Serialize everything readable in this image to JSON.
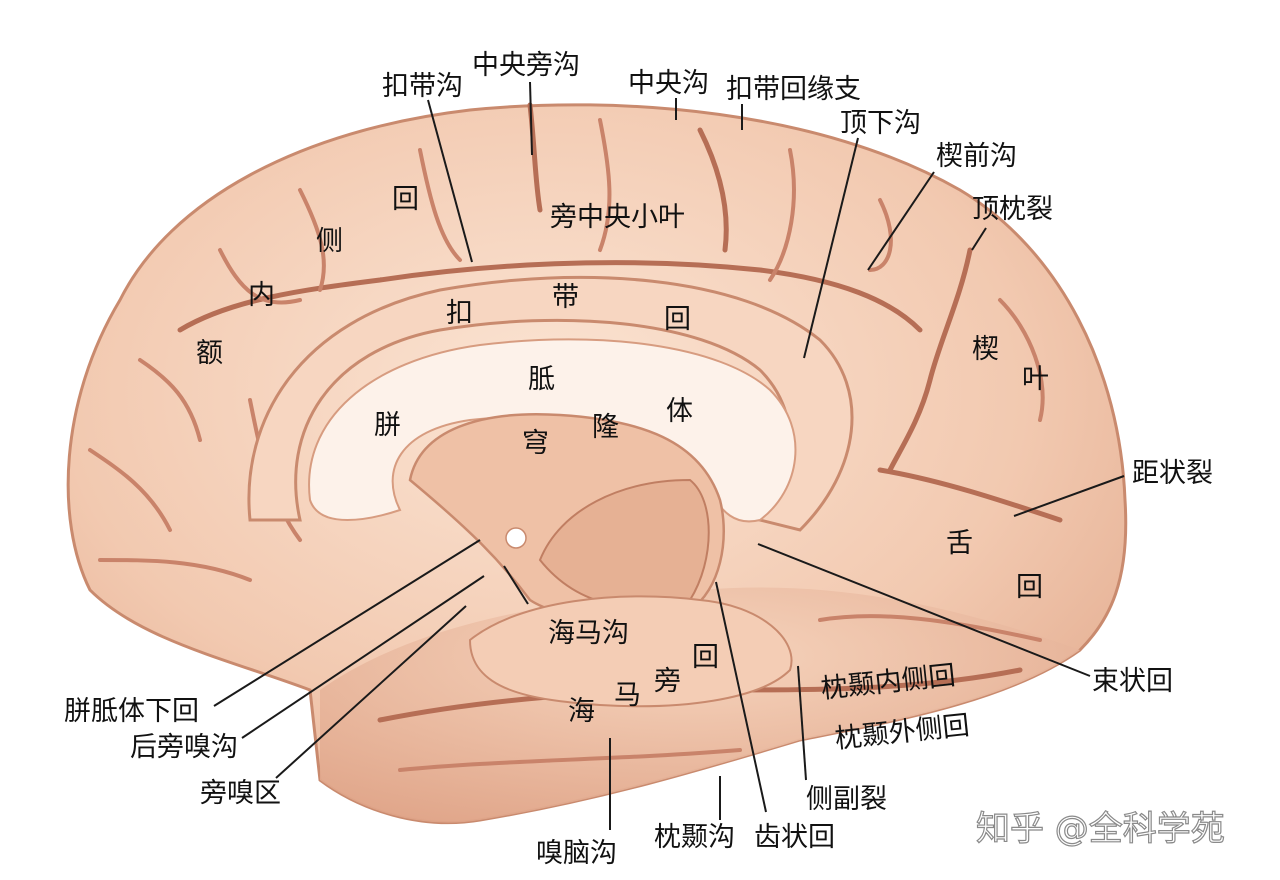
{
  "labels": {
    "top": {
      "cingulate_sulcus": "扣带沟",
      "paracentral_sulcus": "中央旁沟",
      "central_sulcus": "中央沟",
      "marginal_branch": "扣带回缘支",
      "subparietal_sulcus": "顶下沟",
      "precuneus_sulcus": "楔前沟",
      "parieto_occipital_fissure": "顶枕裂"
    },
    "right": {
      "calcarine_fissure": "距状裂",
      "fasciolar_gyrus": "束状回"
    },
    "bottom": {
      "medial_occipitotemporal_gyrus": "枕颞内侧回",
      "lateral_occipitotemporal_gyrus": "枕颞外侧回",
      "collateral_fissure": "侧副裂",
      "dentate_gyrus": "齿状回",
      "occipitotemporal_sulcus": "枕颞沟",
      "rhinal_sulcus": "嗅脑沟"
    },
    "left": {
      "subcallosal_gyrus": "胼胝体下回",
      "posterior_parolfactory_sulcus": "后旁嗅沟",
      "parolfactory_area": "旁嗅区"
    },
    "internal": {
      "medial_frontal": [
        "额",
        "内",
        "侧",
        "回"
      ],
      "paracentral_lobule": "旁中央小叶",
      "cingulate_gyrus": [
        "扣",
        "带",
        "回"
      ],
      "corpus_callosum": [
        "胼",
        "胝",
        "体"
      ],
      "fornix": [
        "穹",
        "隆"
      ],
      "cuneus": [
        "楔",
        "叶"
      ],
      "lingual_gyrus": [
        "舌",
        "回"
      ],
      "hippocampal_sulcus": "海马沟",
      "parahippocampal_gyrus": [
        "海",
        "马",
        "旁",
        "回"
      ]
    }
  },
  "watermark": "知乎 @全科学苑",
  "colors": {
    "brain_base": "#f2c9b0",
    "brain_highlight": "#fbe4d3",
    "groove": "#c9836a",
    "callosum": "#fdf2ea",
    "leader": "#1a1a1a"
  }
}
